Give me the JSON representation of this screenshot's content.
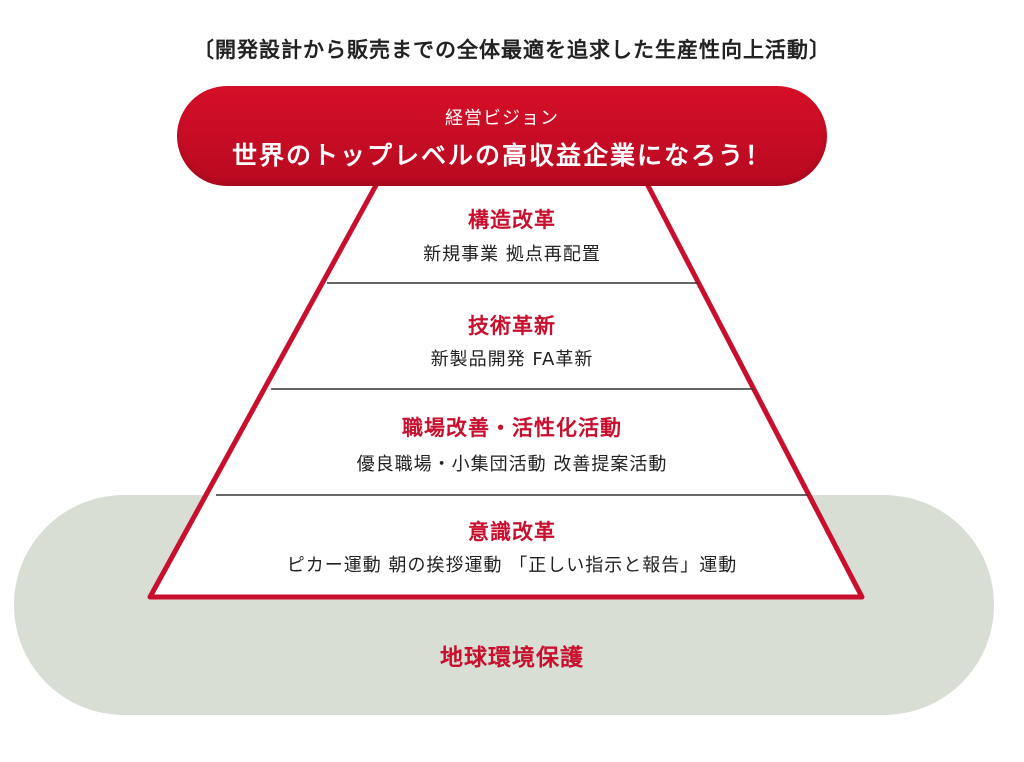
{
  "caption": "〔開発設計から販売までの全体最適を追求した生産性向上活動〕",
  "vision": {
    "subtitle": "経営ビジョン",
    "title": "世界のトップレベルの高収益企業になろう！"
  },
  "tiers": [
    {
      "title": "構造改革",
      "items": "新規事業  拠点再配置"
    },
    {
      "title": "技術革新",
      "items": "新製品開発  FA革新"
    },
    {
      "title": "職場改善・活性化活動",
      "items": "優良職場・小集団活動  改善提案活動"
    },
    {
      "title": "意識改革",
      "items": "ピカー運動  朝の挨拶運動 「正しい指示と報告」運動"
    }
  ],
  "foundation": {
    "label": "地球環境保護"
  },
  "colors": {
    "accent": "#c8102e",
    "foundation": "#d8ded4"
  }
}
